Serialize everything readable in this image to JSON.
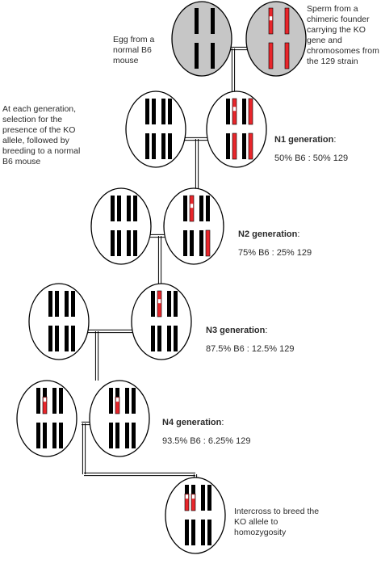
{
  "captions": {
    "egg": "Egg from a normal B6 mouse",
    "sperm": "Sperm from a chimeric founder carrying the KO gene and chromosomes from the 129 strain",
    "selection": "At each generation, selection for the presence of the KO allele, followed by breeding to a normal B6 mouse",
    "intercross": "Intercross to breed the KO allele to homozygosity"
  },
  "generations": [
    {
      "title": "N1 generation",
      "ratio": "50% B6 : 50% 129"
    },
    {
      "title": "N2 generation",
      "ratio": "75% B6 : 25% 129"
    },
    {
      "title": "N3 generation",
      "ratio": "87.5% B6 : 12.5% 129"
    },
    {
      "title": "N4 generation",
      "ratio": "93.5% B6 : 6.25% 129"
    }
  ],
  "colors": {
    "b6_chromosome": "#000000",
    "strain129_chromosome": "#e8262b",
    "ko_allele_marker": "#ffffff",
    "gamete_fill": "#c6c6c6",
    "cell_fill": "#ffffff"
  }
}
